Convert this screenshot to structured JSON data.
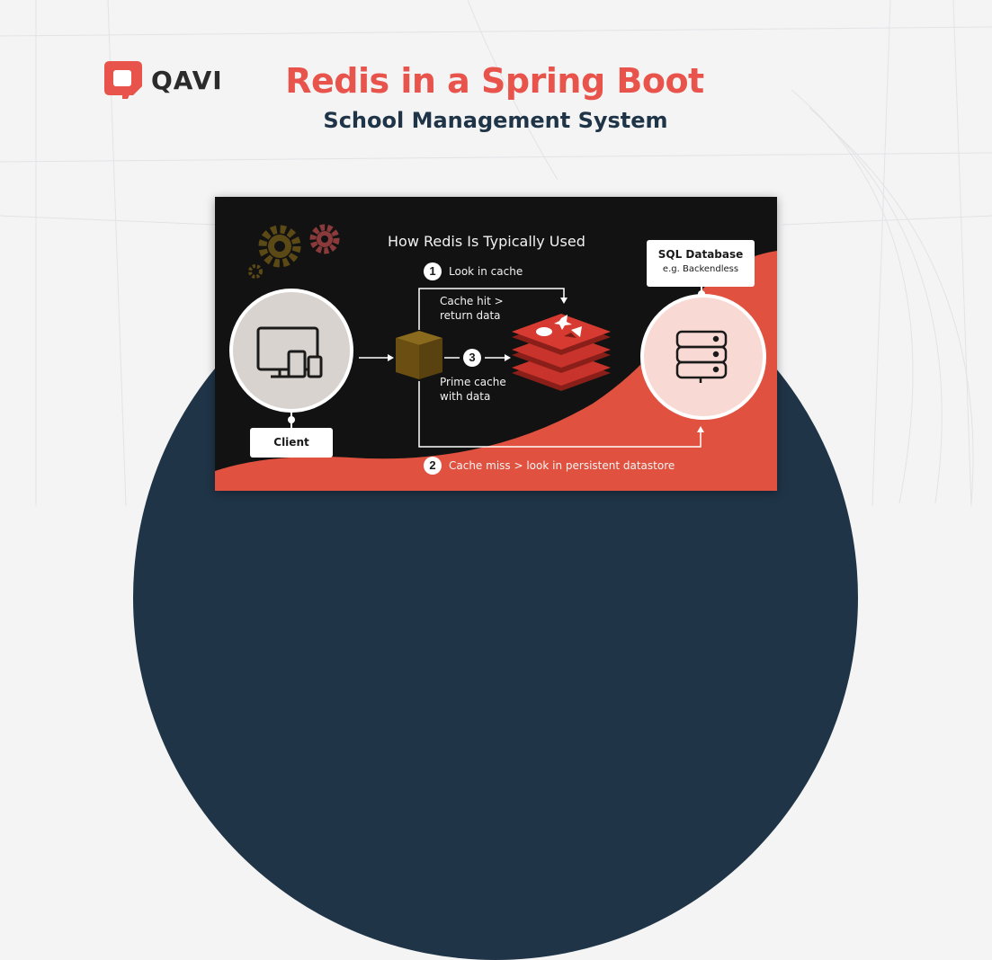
{
  "header": {
    "brand": "QAVI",
    "title": "Redis in a Spring Boot",
    "subtitle": "School Management System"
  },
  "diagram": {
    "heading": "How Redis Is Typically Used",
    "step1": {
      "num": "1",
      "text": "Look in cache"
    },
    "cache_hit": [
      "Cache hit >",
      "return data"
    ],
    "step3": {
      "num": "3",
      "text": [
        "Prime cache",
        "with data"
      ]
    },
    "step2": {
      "num": "2",
      "text": "Cache miss > look in persistent datastore"
    },
    "client_label": "Client",
    "database": {
      "name": "SQL Database",
      "example": "e.g. Backendless"
    }
  },
  "colors": {
    "accent": "#e8544b",
    "navy": "#1f3447",
    "panel": "#121212",
    "cube": "#6b4f12",
    "gear_olive": "#5c4a16",
    "gear_red": "#8a3a3a",
    "redis_red": "#c8332b"
  },
  "icons": [
    "qavi-logo-icon",
    "gear-icon",
    "monitor-devices-icon",
    "cube-icon",
    "redis-logo-icon",
    "database-icon",
    "arrow-icon"
  ]
}
